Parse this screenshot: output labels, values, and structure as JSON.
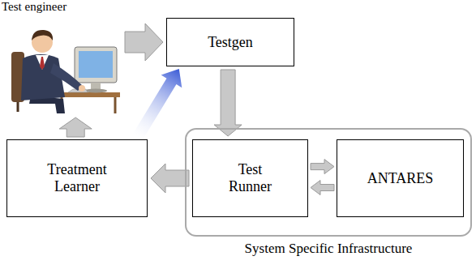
{
  "diagram": {
    "nodes": [
      {
        "text": [
          "Test engineer"
        ]
      },
      {
        "text": [
          "Testgen"
        ]
      },
      {
        "text": [
          "Treatment Learner"
        ]
      },
      {
        "text": [
          "System Specific Infrastructure"
        ]
      },
      {
        "text": [
          "Test Runner"
        ],
        "in": 3
      },
      {
        "text": [
          "ANTARES"
        ],
        "in": 3
      }
    ],
    "edges": [
      {
        "from": 0,
        "to": 1,
        "arrow": "to"
      },
      {
        "from": 1,
        "to": 4,
        "arrow": "to"
      },
      {
        "from": 4,
        "to": 5,
        "arrow": "to"
      },
      {
        "from": 5,
        "to": 4,
        "arrow": "to"
      },
      {
        "from": 4,
        "to": 2,
        "arrow": "to"
      },
      {
        "from": 2,
        "to": 0,
        "arrow": "to"
      },
      {
        "from": 2,
        "to": 1,
        "arrow": "to"
      }
    ]
  }
}
